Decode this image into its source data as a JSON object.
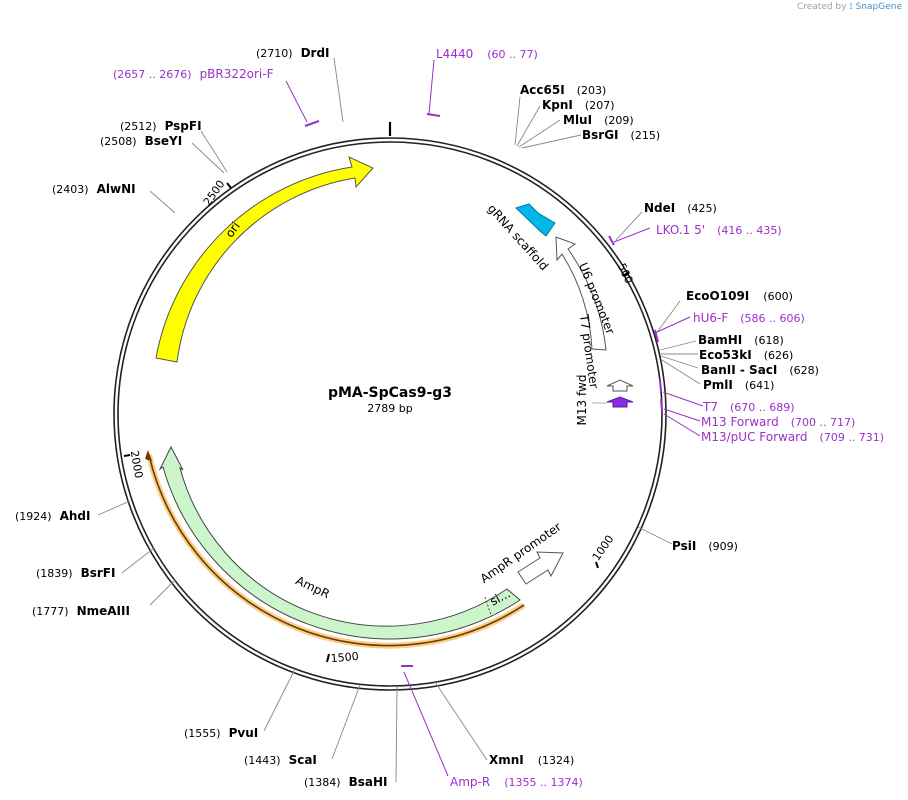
{
  "credit": {
    "prefix": "Created by",
    "brand": "SnapGene"
  },
  "plasmid": {
    "name": "pMA-SpCas9-g3",
    "size_label": "2789 bp"
  },
  "ticks": [
    {
      "label": "500",
      "bp": 500
    },
    {
      "label": "1000",
      "bp": 1000
    },
    {
      "label": "1500",
      "bp": 1500
    },
    {
      "label": "2000",
      "bp": 2000
    },
    {
      "label": "2500",
      "bp": 2500
    }
  ],
  "sites": [
    {
      "name": "DrdI",
      "pos": "(2710)",
      "bp": 2710
    },
    {
      "name": "PspFI",
      "pos": "(2512)",
      "bp": 2512
    },
    {
      "name": "BseYI",
      "pos": "(2508)",
      "bp": 2508
    },
    {
      "name": "AlwNI",
      "pos": "(2403)",
      "bp": 2403
    },
    {
      "name": "Acc65I",
      "pos": "(203)",
      "bp": 203
    },
    {
      "name": "KpnI",
      "pos": "(207)",
      "bp": 207
    },
    {
      "name": "MluI",
      "pos": "(209)",
      "bp": 209
    },
    {
      "name": "BsrGI",
      "pos": "(215)",
      "bp": 215
    },
    {
      "name": "NdeI",
      "pos": "(425)",
      "bp": 425
    },
    {
      "name": "EcoO109I",
      "pos": "(600)",
      "bp": 600
    },
    {
      "name": "BamHI",
      "pos": "(618)",
      "bp": 618
    },
    {
      "name": "Eco53kI",
      "pos": "(626)",
      "bp": 626
    },
    {
      "name": "BanII - SacI",
      "pos": "(628)",
      "bp": 628
    },
    {
      "name": "PmlI",
      "pos": "(641)",
      "bp": 641
    },
    {
      "name": "PsiI",
      "pos": "(909)",
      "bp": 909
    },
    {
      "name": "XmnI",
      "pos": "(1324)",
      "bp": 1324
    },
    {
      "name": "BsaHI",
      "pos": "(1384)",
      "bp": 1384
    },
    {
      "name": "ScaI",
      "pos": "(1443)",
      "bp": 1443
    },
    {
      "name": "PvuI",
      "pos": "(1555)",
      "bp": 1555
    },
    {
      "name": "NmeAIII",
      "pos": "(1777)",
      "bp": 1777
    },
    {
      "name": "BsrFI",
      "pos": "(1839)",
      "bp": 1839
    },
    {
      "name": "AhdI",
      "pos": "(1924)",
      "bp": 1924
    }
  ],
  "primers": [
    {
      "name": "pBR322ori-F",
      "pos": "(2657 .. 2676)"
    },
    {
      "name": "L4440",
      "pos": "(60 .. 77)"
    },
    {
      "name": "LKO.1 5'",
      "pos": "(416 .. 435)"
    },
    {
      "name": "hU6-F",
      "pos": "(586 .. 606)"
    },
    {
      "name": "T7",
      "pos": "(670 .. 689)"
    },
    {
      "name": "M13 Forward",
      "pos": "(700 .. 717)"
    },
    {
      "name": "M13/pUC Forward",
      "pos": "(709 .. 731)"
    },
    {
      "name": "Amp-R",
      "pos": "(1355 .. 1374)"
    }
  ],
  "features": [
    {
      "name": "ori",
      "color": "#ffff00"
    },
    {
      "name": "gRNA scaffold",
      "color": "#00b8e8"
    },
    {
      "name": "U6 promoter",
      "color": "#ffffff"
    },
    {
      "name": "T7 promoter",
      "color": "#ffffff"
    },
    {
      "name": "M13 fwd",
      "color": "#8a2be2"
    },
    {
      "name": "AmpR promoter",
      "color": "#ffffff"
    },
    {
      "name": "AmpR",
      "color": "#ccf5cc"
    },
    {
      "name": "si...",
      "color": "#ccf5cc"
    }
  ],
  "colors": {
    "primer": "#9b30c8",
    "ori": "#ffff00",
    "ampr": "#ccf5cc",
    "grna": "#00b8e8",
    "ampr_orf_highlight": "#f5a623"
  }
}
